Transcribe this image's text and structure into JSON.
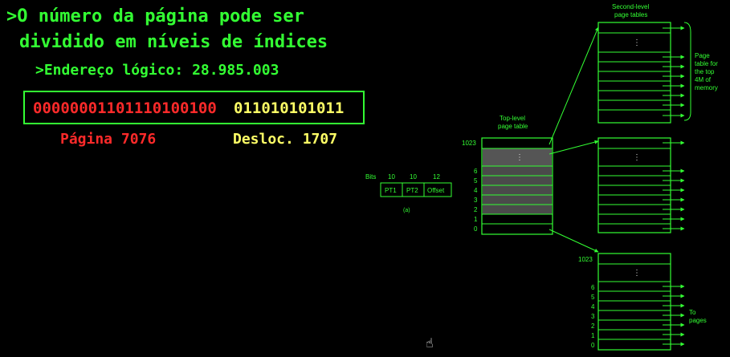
{
  "slide": {
    "bullet1_line1": "O número da página pode ser",
    "bullet1_line2": "dividido em níveis de índices",
    "bullet2": "Endereço lógico: 28.985.003",
    "binary_page": "00000001101110100100",
    "binary_offset": "011010101011",
    "page_label": "Página 7076",
    "offset_label": "Desloc. 1707",
    "arrow_glyph": ">"
  },
  "figure": {
    "bits_label": "Bits",
    "bit_widths": [
      "10",
      "10",
      "12"
    ],
    "fields": [
      "PT1",
      "PT2",
      "Offset"
    ],
    "caption_a": "(a)",
    "top_level_title": [
      "Top-level",
      "page table"
    ],
    "second_level_title": [
      "Second-level",
      "page tables"
    ],
    "top_level_indices": [
      "1023",
      "6",
      "5",
      "4",
      "3",
      "2",
      "1",
      "0"
    ],
    "third_table_indices": [
      "1023",
      "6",
      "5",
      "4",
      "3",
      "2",
      "1",
      "0"
    ],
    "ellipsis": "⋮",
    "page_table_note": [
      "Page",
      "table for",
      "the top",
      "4M of",
      "memory"
    ],
    "to_pages_note": [
      "To",
      "pages"
    ]
  },
  "colors": {
    "accent": "#33ff33",
    "page_bits": "#ff2a2a",
    "offset_bits": "#ffff66",
    "background": "#000000"
  }
}
